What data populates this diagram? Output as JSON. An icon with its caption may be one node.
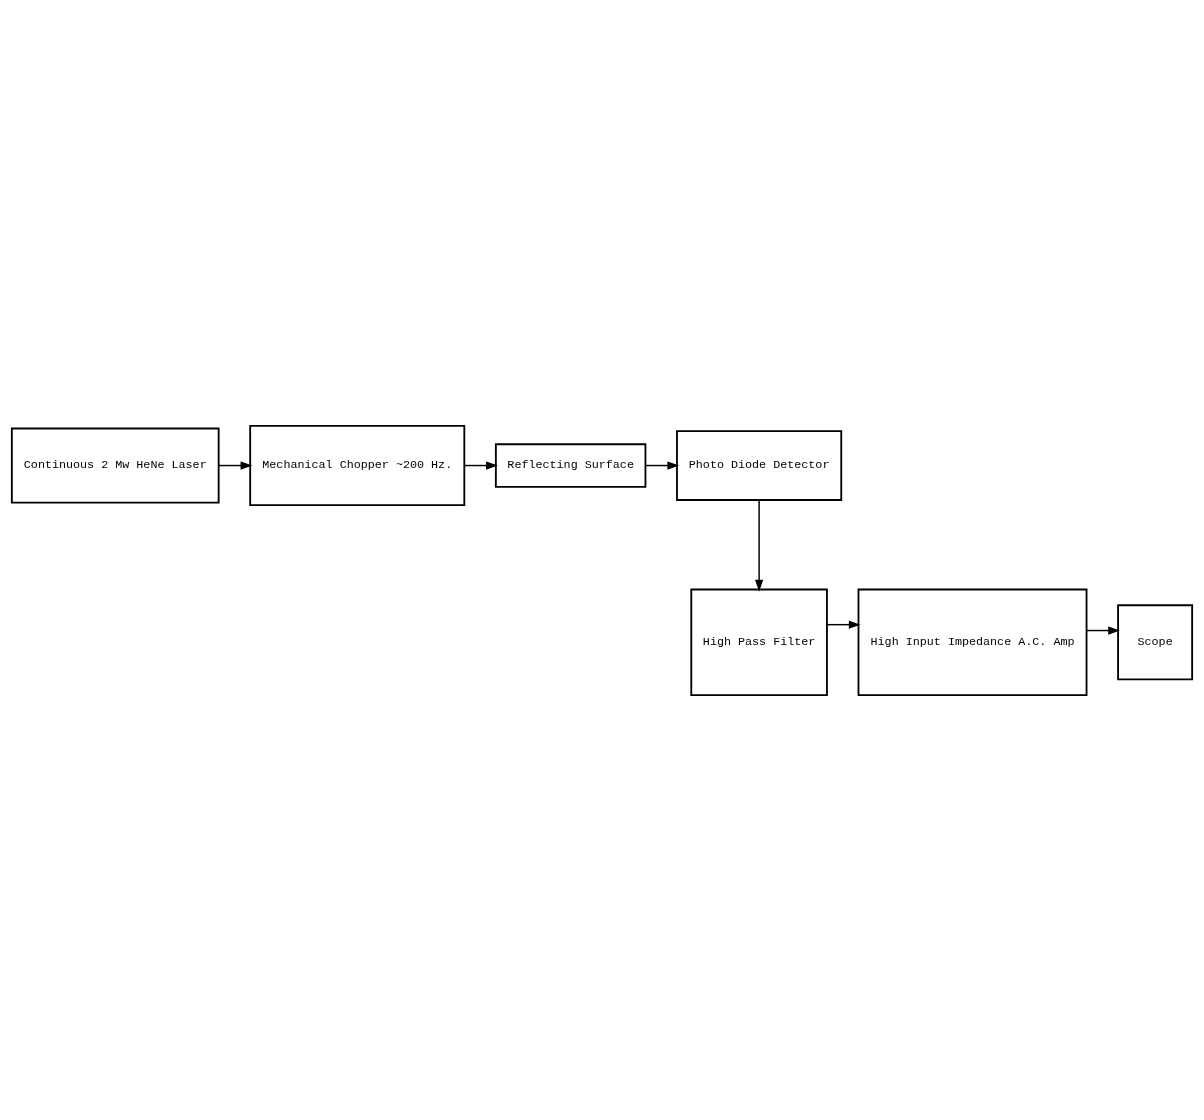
{
  "diagram": {
    "nodes": [
      {
        "text": [
          "Continuous 2 Mw HeNe Laser"
        ]
      },
      {
        "text": [
          "Mechanical Chopper ~200 Hz."
        ]
      },
      {
        "text": [
          "Reflecting Surface"
        ]
      },
      {
        "text": [
          "Photo Diode Detector"
        ]
      },
      {
        "text": [
          "High Pass Filter"
        ]
      },
      {
        "text": [
          "High Input Impedance A.C. Amp"
        ]
      },
      {
        "text": [
          "Scope"
        ]
      }
    ],
    "edges": [
      {
        "from": 0,
        "to": 1,
        "arrow": "to"
      },
      {
        "from": 1,
        "to": 2,
        "arrow": "to"
      },
      {
        "from": 2,
        "to": 3,
        "arrow": "to"
      },
      {
        "from": 3,
        "to": 4,
        "arrow": "to"
      },
      {
        "from": 4,
        "to": 5,
        "arrow": "to"
      },
      {
        "from": 5,
        "to": 6,
        "arrow": "to"
      }
    ]
  }
}
